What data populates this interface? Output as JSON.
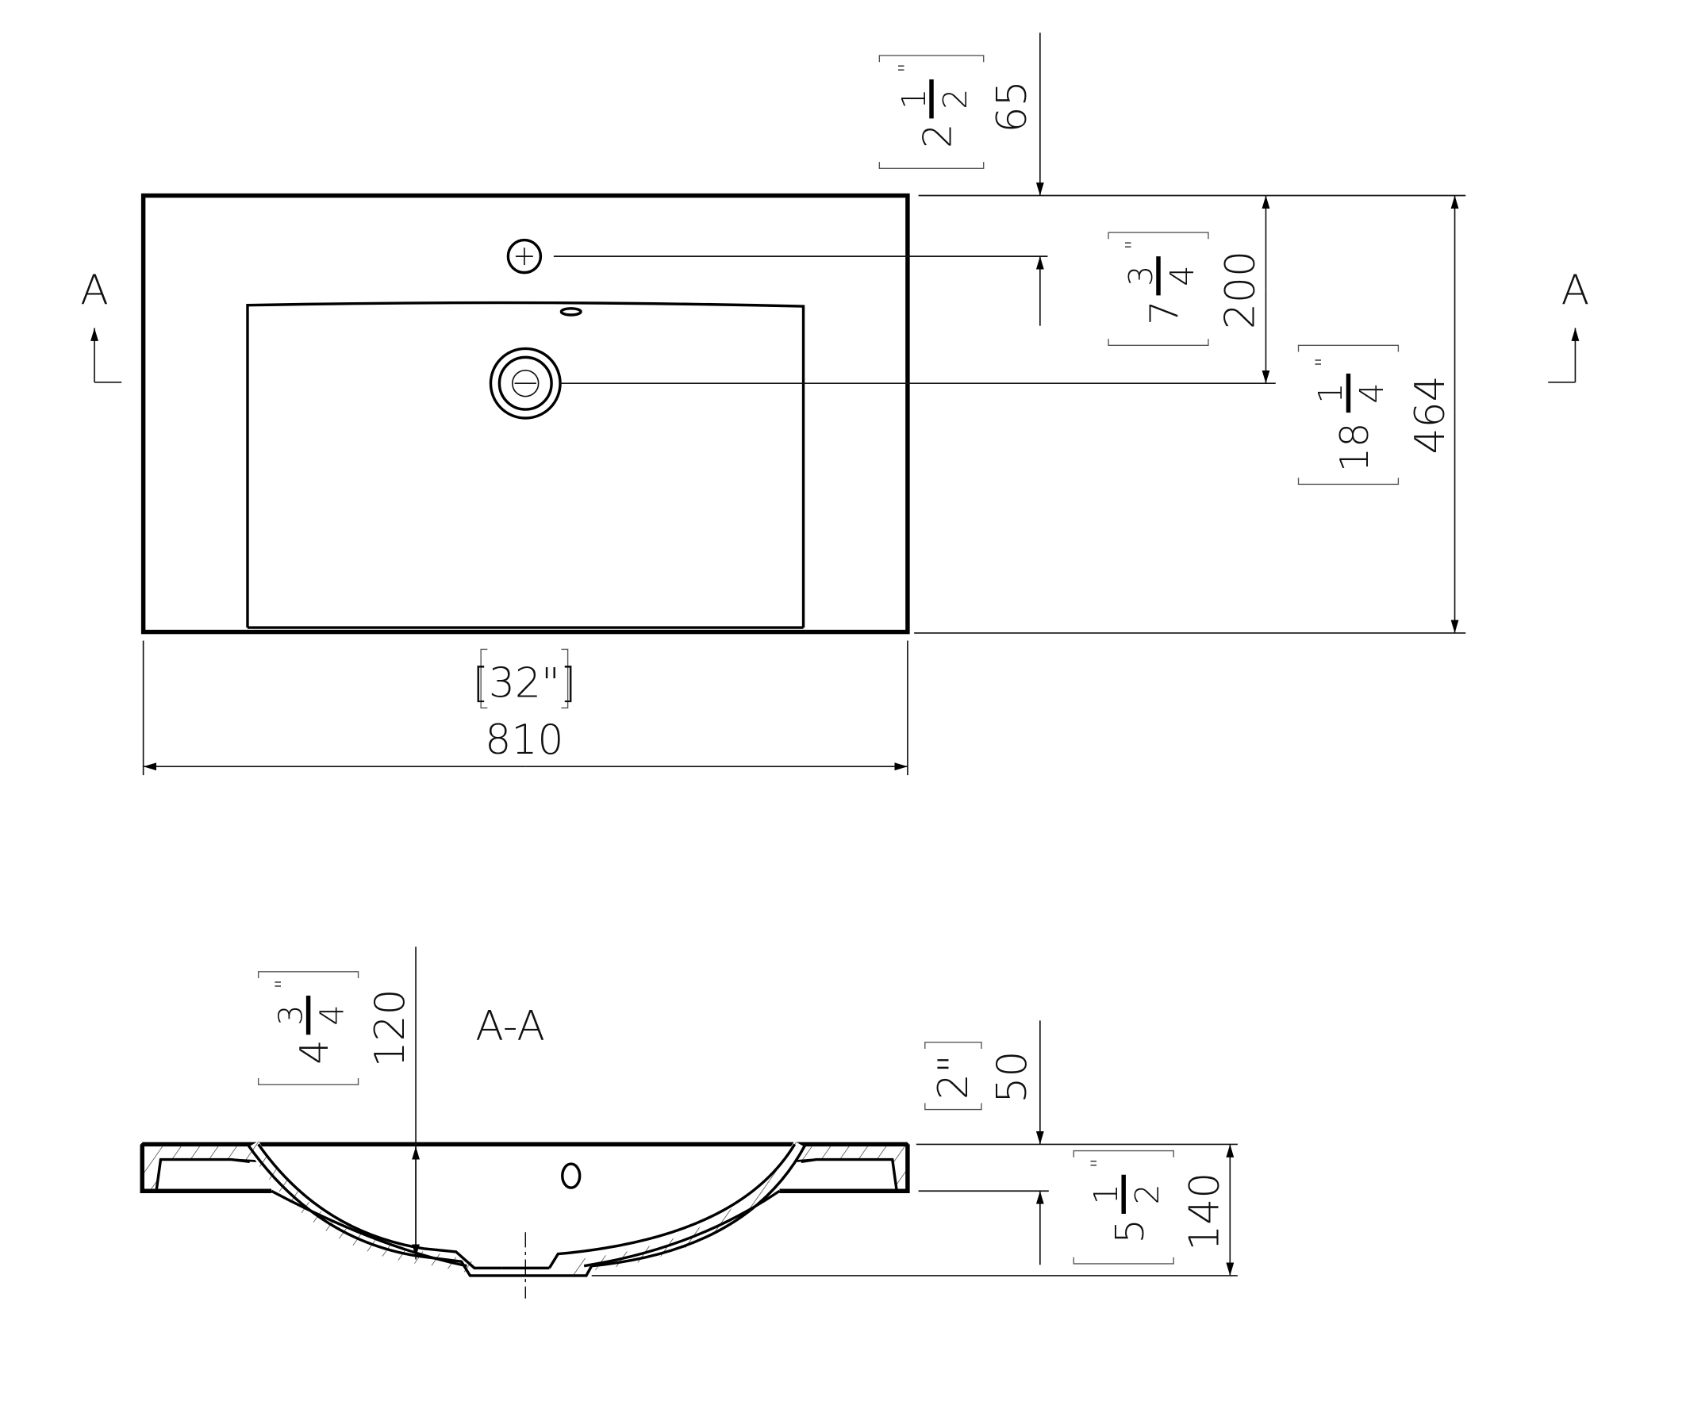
{
  "title": "A-A",
  "section_marker": "A",
  "colors": {
    "line": "#000000",
    "background": "#ffffff"
  },
  "top_view": {
    "width": {
      "mm": "810",
      "inch": "[32\"]"
    },
    "depth": {
      "mm": "464",
      "inch": {
        "whole": "18",
        "num": "1",
        "den": "4",
        "mark": "\""
      }
    },
    "tap_offset": {
      "mm": "65",
      "inch": {
        "whole": "2",
        "num": "1",
        "den": "2",
        "mark": "\""
      }
    },
    "drain_offset": {
      "mm": "200",
      "inch": {
        "whole": "7",
        "num": "3",
        "den": "4",
        "mark": "\""
      }
    }
  },
  "section_view": {
    "bowl_depth": {
      "mm": "120",
      "inch": {
        "whole": "4",
        "num": "3",
        "den": "4",
        "mark": "\""
      }
    },
    "rim_height": {
      "mm": "50",
      "inch": "2\""
    },
    "total_height": {
      "mm": "140",
      "inch": {
        "whole": "5",
        "num": "1",
        "den": "2",
        "mark": "\""
      }
    }
  }
}
